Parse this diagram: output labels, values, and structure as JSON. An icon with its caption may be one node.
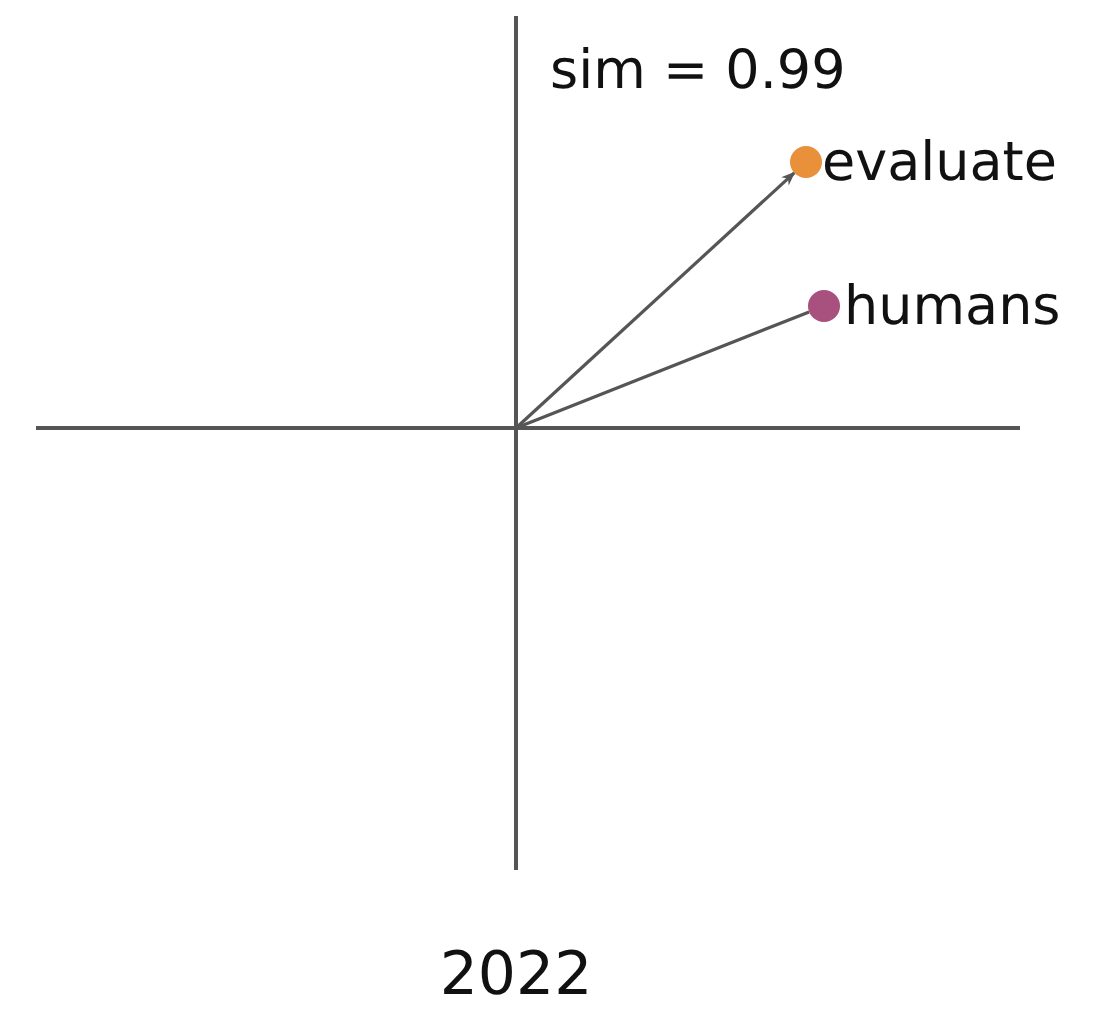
{
  "diagram": {
    "caption": "2022",
    "nodes": [
      {
        "text": [],
        "shape": "circle",
        "beside": [
          "evaluate"
        ]
      },
      {
        "text": [],
        "shape": "circle",
        "beside": [
          "humans"
        ]
      }
    ],
    "edges": [
      {
        "from": null,
        "to": 0,
        "arrow": "to"
      },
      {
        "from": null,
        "to": 1,
        "arrow": "none"
      }
    ],
    "labels": [
      "sim = 0.99"
    ]
  }
}
